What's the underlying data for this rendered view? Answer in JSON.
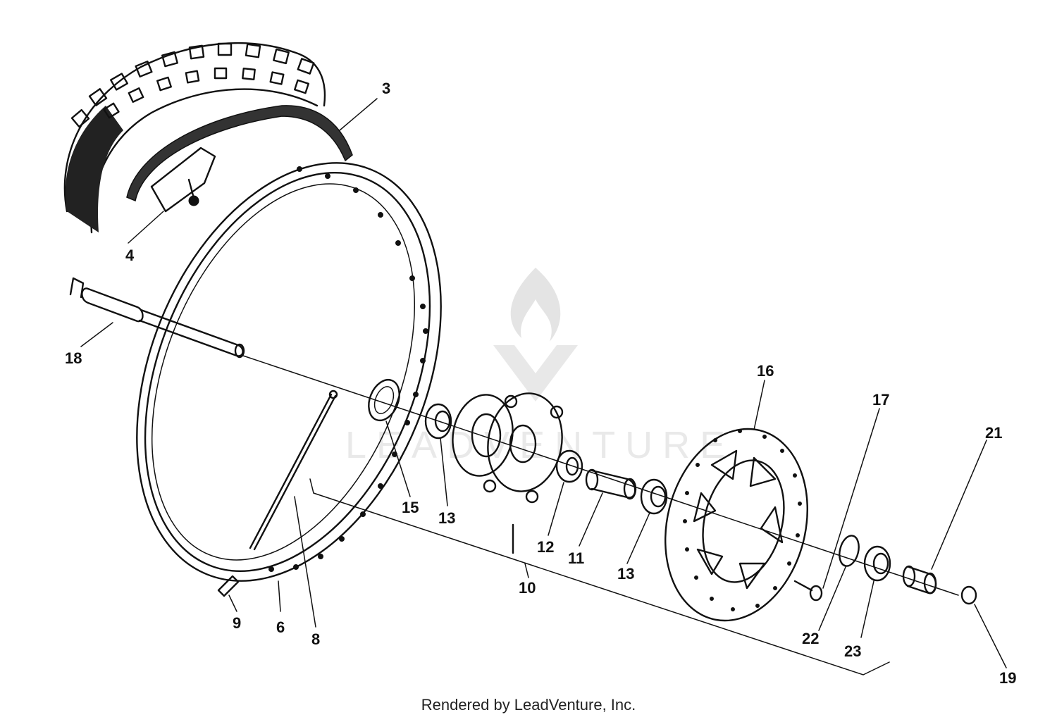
{
  "diagram": {
    "callouts": {
      "p3": "3",
      "p4": "4",
      "p6": "6",
      "p8": "8",
      "p9": "9",
      "p10": "10",
      "p11": "11",
      "p12": "12",
      "p13a": "13",
      "p13b": "13",
      "p15": "15",
      "p16": "16",
      "p17": "17",
      "p18": "18",
      "p19": "19",
      "p21": "21",
      "p22": "22",
      "p23": "23"
    },
    "watermark": "LEADVENTURE"
  },
  "footer": {
    "rendered_by": "Rendered by LeadVenture, Inc."
  }
}
